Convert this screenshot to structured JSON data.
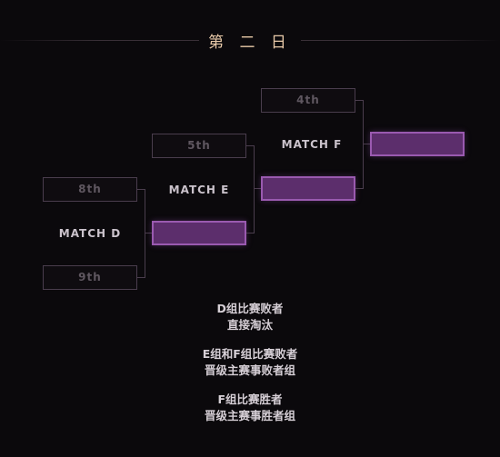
{
  "header": {
    "title": "第 二 日"
  },
  "bracket": {
    "match_d": {
      "label": "MATCH D",
      "top_slot": "8th",
      "bottom_slot": "9th",
      "winner_slot": ""
    },
    "match_e": {
      "label": "MATCH E",
      "top_slot": "5th",
      "winner_slot": ""
    },
    "match_f": {
      "label": "MATCH F",
      "top_slot": "4th",
      "winner_slot": ""
    }
  },
  "notes": [
    {
      "line1": "D组比赛败者",
      "line2": "直接淘汰"
    },
    {
      "line1": "E组和F组比赛败者",
      "line2": "晋级主赛事败者组"
    },
    {
      "line1": "F组比赛胜者",
      "line2": "晋级主赛事胜者组"
    }
  ],
  "colors": {
    "background": "#0b090c",
    "slot_border": "#4a3d4d",
    "winner_fill": "#5c2e6c",
    "winner_border": "#9a5ab0",
    "title": "#e8c9a8"
  }
}
